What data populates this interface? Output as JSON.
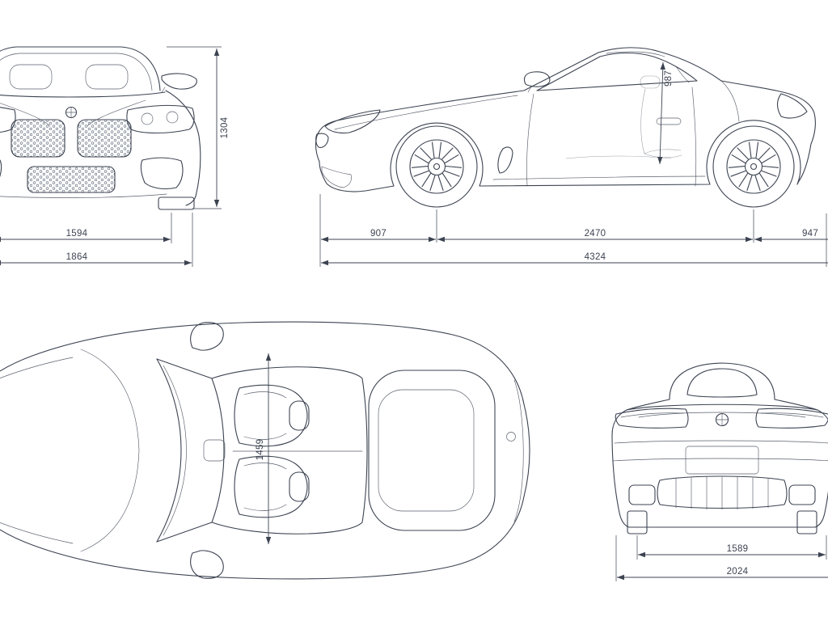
{
  "colors": {
    "background": "#ffffff",
    "ink": "#3c4351"
  },
  "views": {
    "front": {
      "dim_height": "1304",
      "dim_track_width": "1594",
      "dim_overall_width": "1864"
    },
    "side": {
      "dim_interior_height": "987",
      "dim_front_overhang": "907",
      "dim_wheelbase": "2470",
      "dim_rear_overhang": "947",
      "dim_overall_length": "4324"
    },
    "top": {
      "dim_cabin_length": "1459"
    },
    "rear": {
      "dim_rear_track": "1589",
      "dim_overall_width": "2024"
    }
  }
}
